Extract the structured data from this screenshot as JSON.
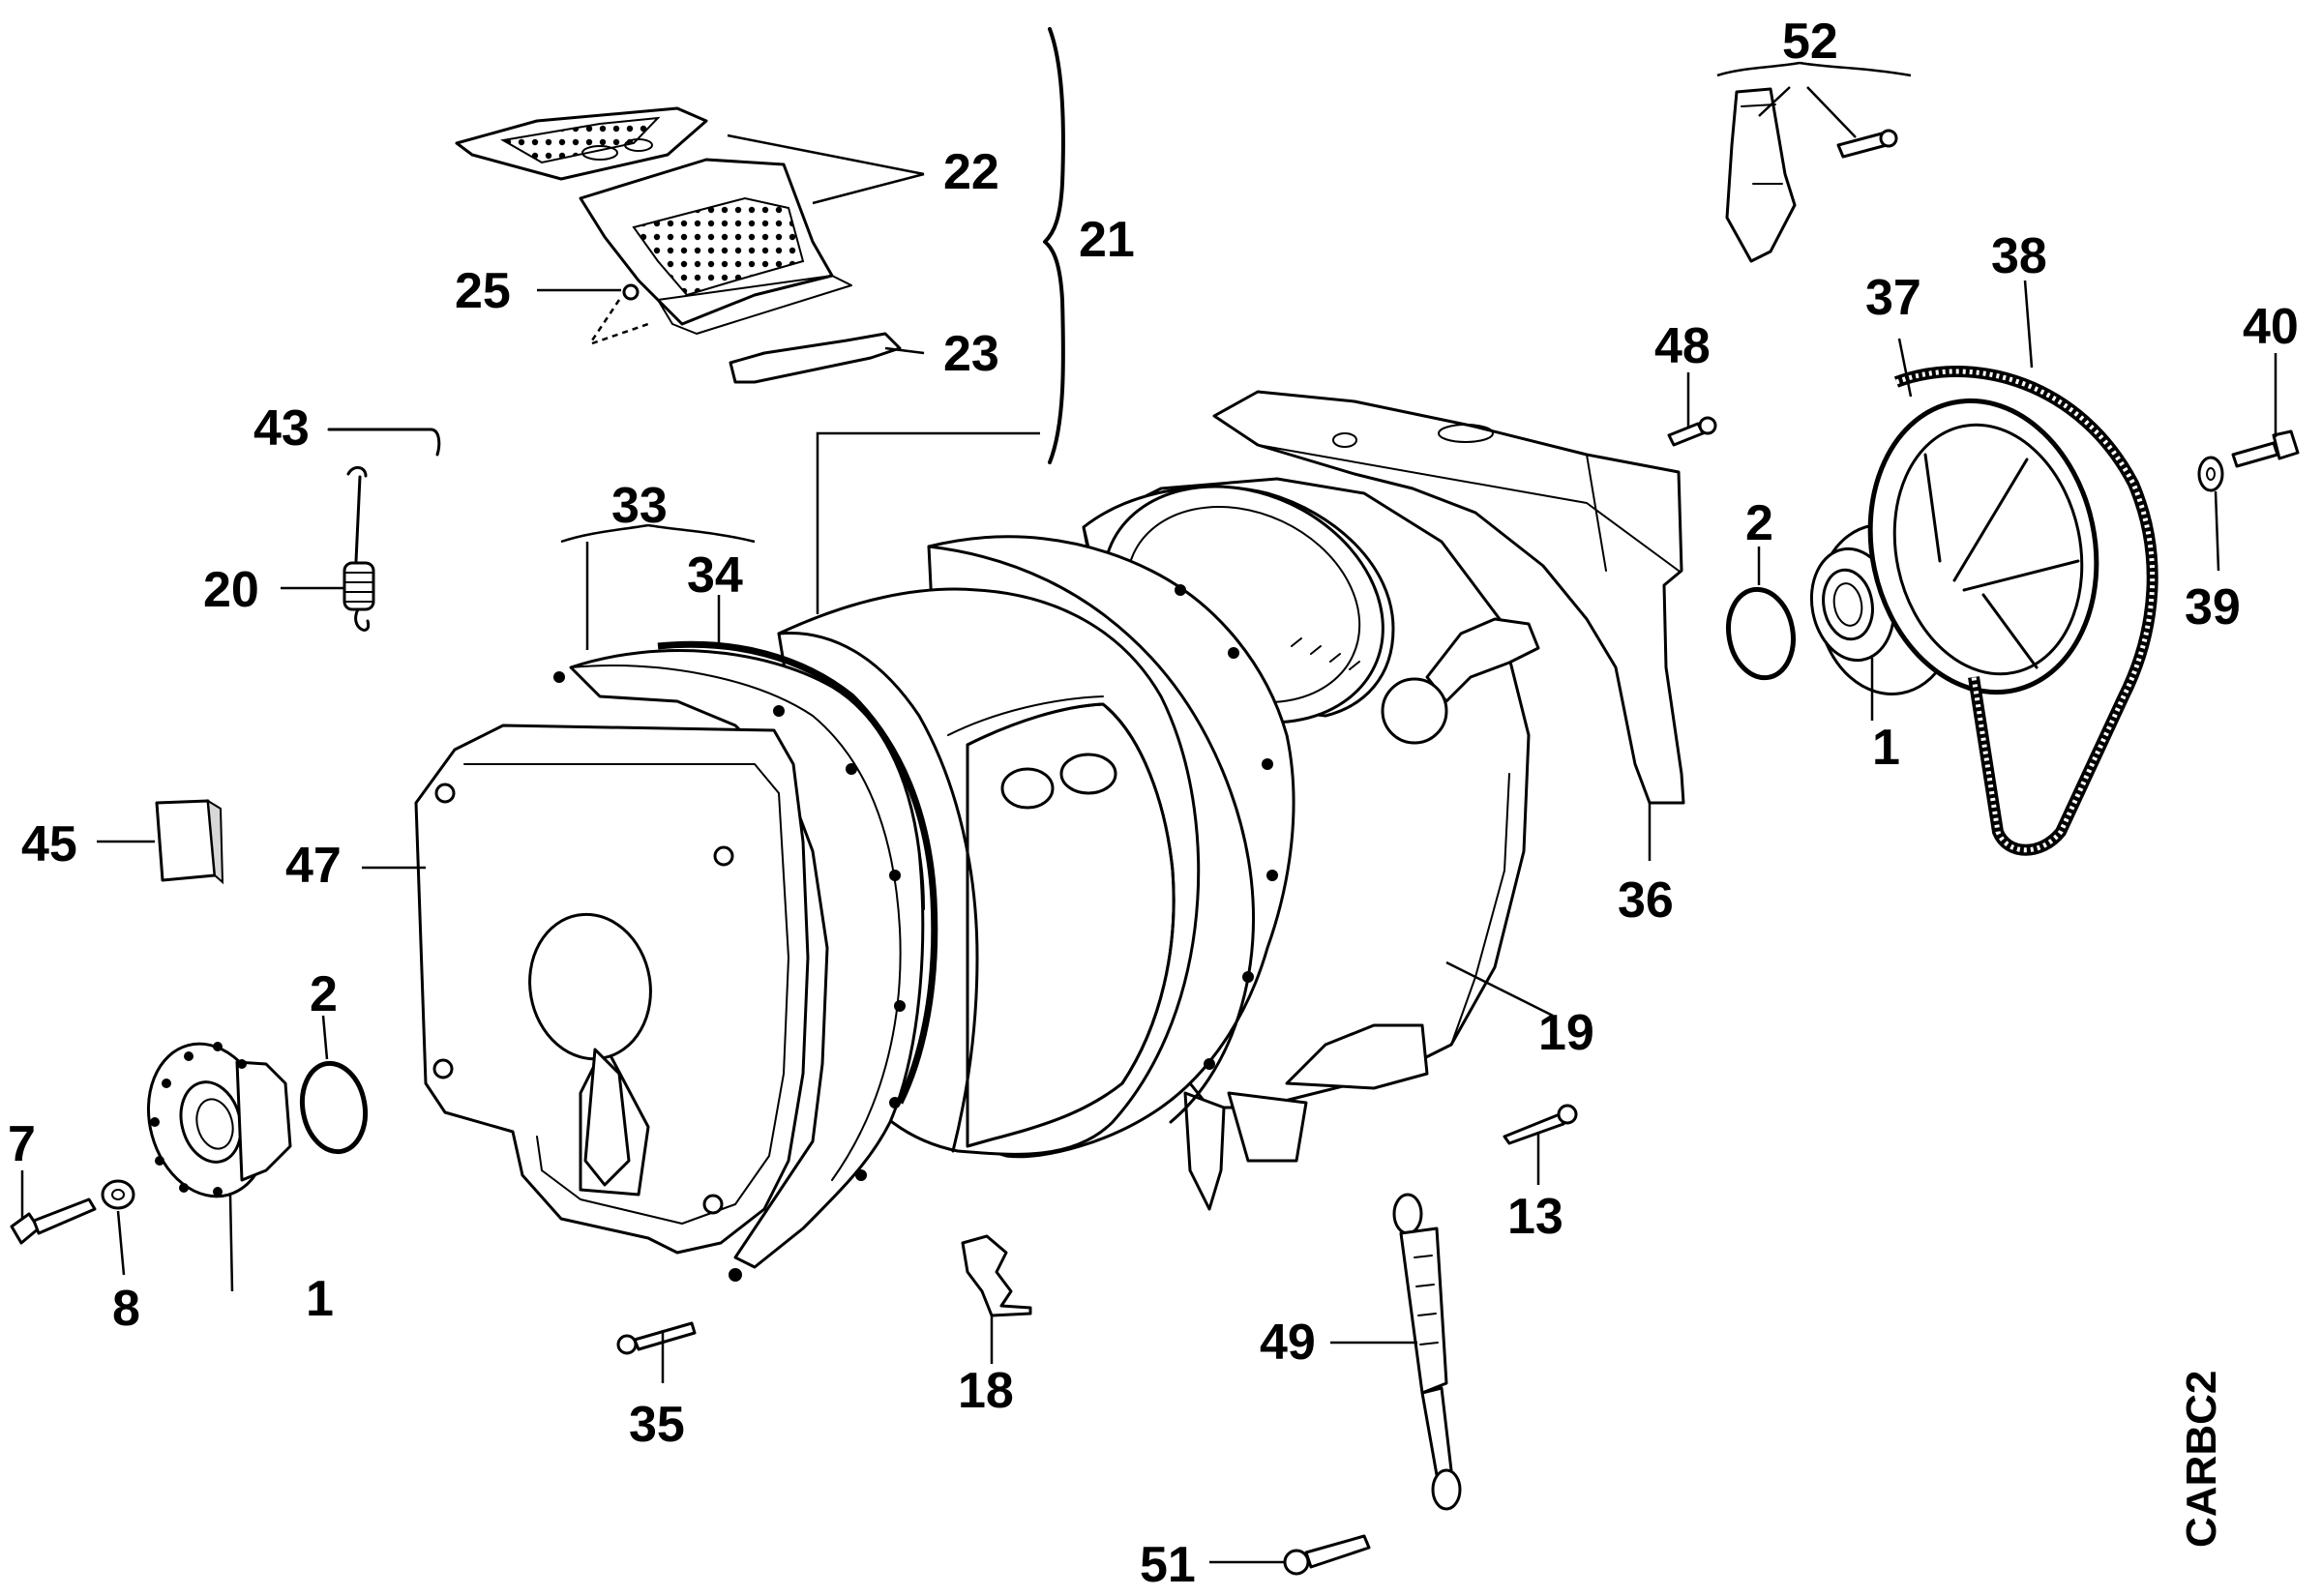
{
  "diagram": {
    "code": "CARBC2",
    "labels": {
      "l1_left": "1",
      "l1_right": "1",
      "l2_left": "2",
      "l2_right": "2",
      "l7": "7",
      "l8": "8",
      "l13": "13",
      "l18": "18",
      "l19": "19",
      "l20": "20",
      "l21": "21",
      "l22": "22",
      "l23": "23",
      "l25": "25",
      "l33": "33",
      "l34": "34",
      "l35": "35",
      "l36": "36",
      "l37": "37",
      "l38": "38",
      "l39": "39",
      "l40": "40",
      "l43": "43",
      "l45": "45",
      "l47": "47",
      "l48": "48",
      "l49": "49",
      "l51": "51",
      "l52": "52"
    }
  }
}
